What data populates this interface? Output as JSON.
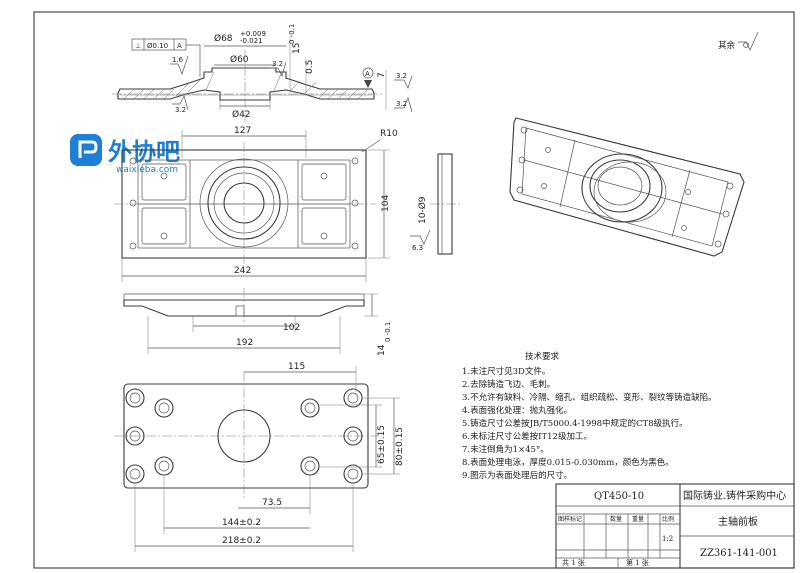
{
  "top_view": {
    "perp_symbol": "⊥",
    "perp_tol": "Ø0.10",
    "perp_datum": "A",
    "d68_label": "Ø68",
    "d68_tol_upper": "+0.009",
    "d68_tol_lower": "-0.021",
    "d60_label": "Ø60",
    "d42_label": "Ø42",
    "r16": "1.6",
    "r32a": "3.2",
    "r32b": "3.2",
    "r32c": "3.2",
    "r32d": "3.2",
    "h05": "0.5",
    "h15": "15",
    "h15_tol": "0 -0.1",
    "h7": "7",
    "datum_a": "A"
  },
  "plan_view": {
    "d127": "127",
    "r10": "R10",
    "d104": "104",
    "d242": "242",
    "holes": "10-Ø9",
    "r63": "6.3"
  },
  "front_view": {
    "d102": "102",
    "d192": "192",
    "d14": "14",
    "d14_tol": "0 -0.1"
  },
  "bottom_view": {
    "d115": "115",
    "d65": "65±0.15",
    "d80": "80±0.15",
    "d735": "73.5",
    "d144": "144±0.2",
    "d218": "218±0.2"
  },
  "roughness_note": "其余",
  "tech_title": "技术要求",
  "tech_notes": [
    "1.未注尺寸见3D文件。",
    "2.去除铸造飞边、毛刺。",
    "3.不允许有缺料、冷隔、缩孔、组织疏松、变形、裂纹等铸造缺陷。",
    "4.表面强化处理：抛丸强化。",
    "5.铸造尺寸公差按JB/T5000.4-1998中规定的CT8级执行。",
    "6.未标注尺寸公差按IT12级加工。",
    "7.未注倒角为1×45°。",
    "8.表面处理电泳，厚度0.015-0.030mm，颜色为黑色。",
    "9.图示为表面处理后的尺寸。"
  ],
  "title_block": {
    "material": "QT450-10",
    "company": "国际铸业.铸件采购中心",
    "part_name": "主轴前板",
    "drawing_no": "ZZ361-141-001",
    "stage_label": "图样标记",
    "weight_label": "数量",
    "mass_label": "重量",
    "scale_label": "比例",
    "scale": "1:2",
    "sheets_total": "共 1 张",
    "sheet_no": "第 1 张"
  },
  "logo": {
    "name": "外协吧",
    "url": "waixieba.com"
  }
}
